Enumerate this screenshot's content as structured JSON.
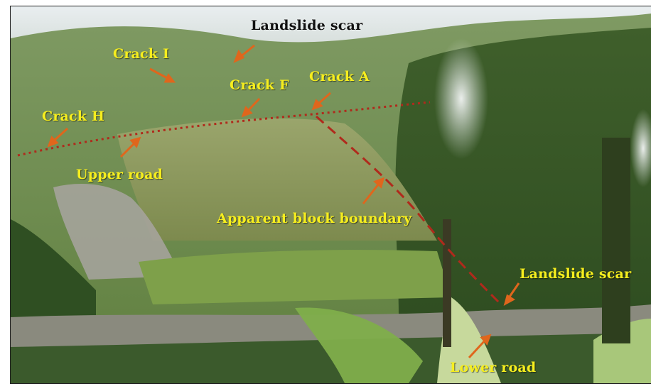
{
  "labels": {
    "landslide_scar_top": "Landslide scar",
    "crack_i": "Crack I",
    "crack_f": "Crack F",
    "crack_a": "Crack A",
    "crack_h": "Crack H",
    "upper_road": "Upper road",
    "block_boundary": "Apparent block boundary",
    "landslide_scar_right": "Landslide scar",
    "lower_road": "Lower road"
  },
  "colors": {
    "label_yellow": "#f6ee1e",
    "label_black": "#111111",
    "arrow_orange": "#e0661c",
    "crack_line_red": "#b02a1c"
  }
}
